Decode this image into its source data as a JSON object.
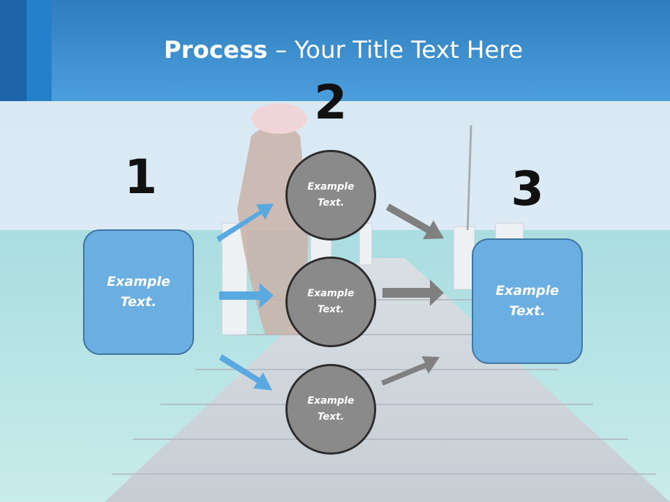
{
  "title": {
    "bold": "Process",
    "rest": " – Your Title Text Here"
  },
  "steps": [
    {
      "number": "1",
      "box_text": "Example\nText."
    },
    {
      "number": "2"
    },
    {
      "number": "3",
      "box_text": "Example\nText."
    }
  ],
  "circles": [
    {
      "text": "Example\nText."
    },
    {
      "text": "Example\nText."
    },
    {
      "text": "Example\nText."
    }
  ],
  "colors": {
    "header": "#4b9fdc",
    "box_fill": "#6aaee2",
    "circle_fill": "#8a8a8a",
    "blue_arrow": "#5aa8e0",
    "gray_arrow": "#808080"
  }
}
